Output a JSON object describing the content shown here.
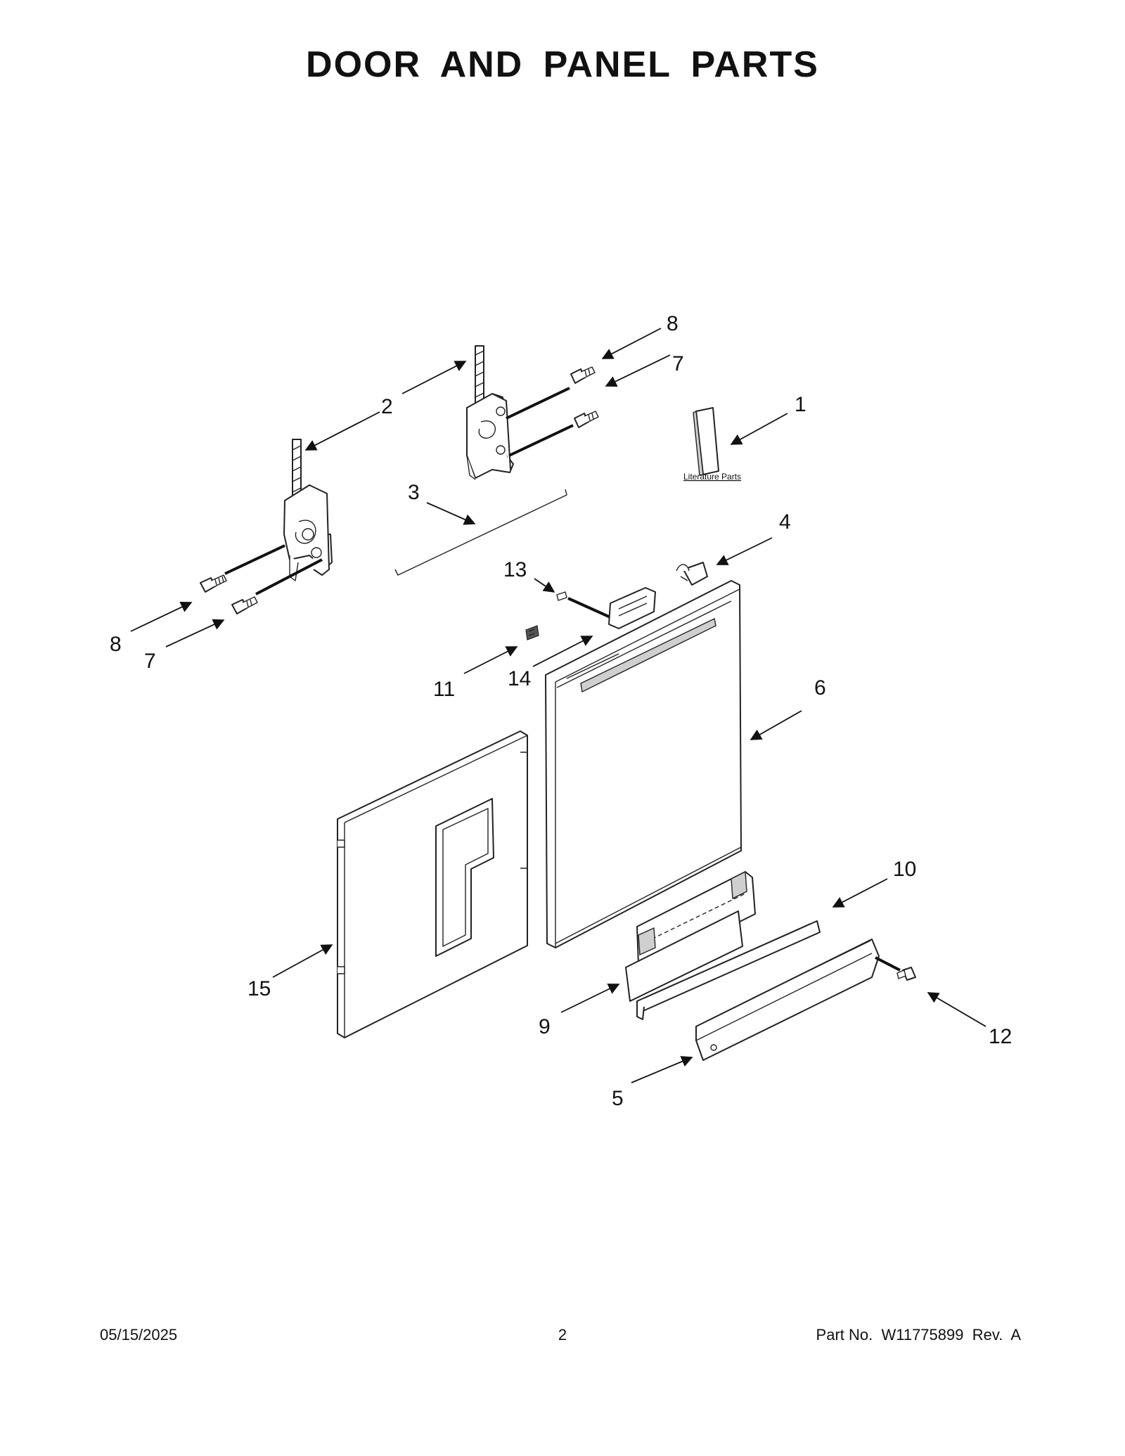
{
  "page": {
    "title": "DOOR AND PANEL PARTS",
    "date": "05/15/2025",
    "page_number": "2",
    "part_info": "Part No.  W11775899  Rev.  A"
  },
  "diagram": {
    "literature_label": "Literature Parts",
    "callouts": {
      "c1": "1",
      "c2": "2",
      "c3": "3",
      "c4": "4",
      "c5": "5",
      "c6": "6",
      "c7a": "7",
      "c7b": "7",
      "c8a": "8",
      "c8b": "8",
      "c9": "9",
      "c10": "10",
      "c11": "11",
      "c12": "12",
      "c13": "13",
      "c14": "14",
      "c15": "15"
    }
  }
}
